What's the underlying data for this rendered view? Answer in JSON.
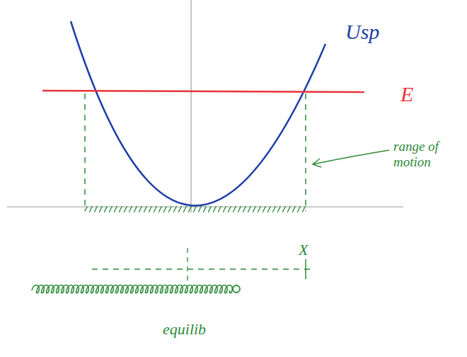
{
  "diagram": {
    "labels": [
      "Usp",
      "E",
      "range of motion",
      "X",
      "equilib"
    ]
  }
}
